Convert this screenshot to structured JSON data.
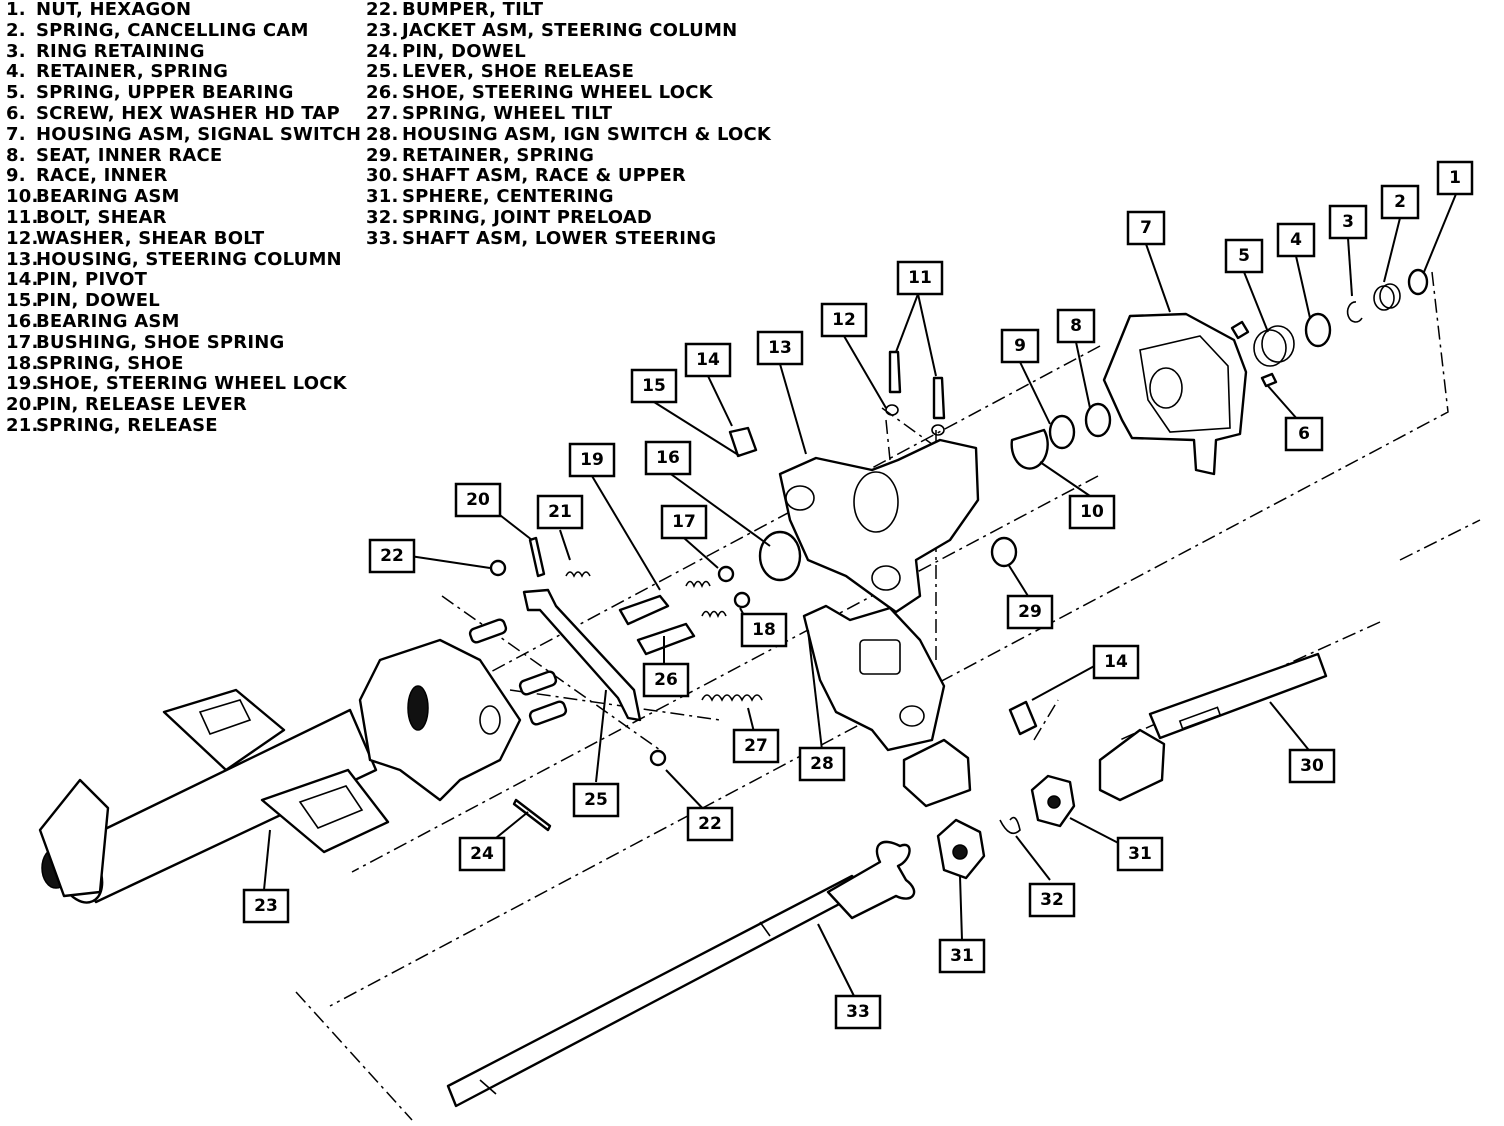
{
  "parts_left": [
    {
      "num": "1.",
      "desc": "NUT, HEXAGON"
    },
    {
      "num": "2.",
      "desc": "SPRING, CANCELLING CAM"
    },
    {
      "num": "3.",
      "desc": "RING RETAINING"
    },
    {
      "num": "4.",
      "desc": "RETAINER, SPRING"
    },
    {
      "num": "5.",
      "desc": "SPRING, UPPER BEARING"
    },
    {
      "num": "6.",
      "desc": "SCREW, HEX WASHER HD TAP"
    },
    {
      "num": "7.",
      "desc": "HOUSING ASM, SIGNAL SWITCH"
    },
    {
      "num": "8.",
      "desc": "SEAT, INNER RACE"
    },
    {
      "num": "9.",
      "desc": "RACE, INNER"
    },
    {
      "num": "10.",
      "desc": "BEARING ASM"
    },
    {
      "num": "11.",
      "desc": "BOLT, SHEAR"
    },
    {
      "num": "12.",
      "desc": "WASHER, SHEAR BOLT"
    },
    {
      "num": "13.",
      "desc": "HOUSING, STEERING COLUMN"
    },
    {
      "num": "14.",
      "desc": "PIN, PIVOT"
    },
    {
      "num": "15.",
      "desc": "PIN, DOWEL"
    },
    {
      "num": "16.",
      "desc": "BEARING ASM"
    },
    {
      "num": "17.",
      "desc": "BUSHING, SHOE SPRING"
    },
    {
      "num": "18.",
      "desc": "SPRING, SHOE"
    },
    {
      "num": "19.",
      "desc": "SHOE, STEERING WHEEL LOCK"
    },
    {
      "num": "20.",
      "desc": "PIN, RELEASE LEVER"
    },
    {
      "num": "21.",
      "desc": "SPRING, RELEASE"
    }
  ],
  "parts_right": [
    {
      "num": "22.",
      "desc": "BUMPER, TILT"
    },
    {
      "num": "23.",
      "desc": "JACKET ASM, STEERING COLUMN"
    },
    {
      "num": "24.",
      "desc": "PIN, DOWEL"
    },
    {
      "num": "25.",
      "desc": "LEVER, SHOE RELEASE"
    },
    {
      "num": "26.",
      "desc": "SHOE, STEERING WHEEL LOCK"
    },
    {
      "num": "27.",
      "desc": "SPRING, WHEEL TILT"
    },
    {
      "num": "28.",
      "desc": "HOUSING ASM, IGN SWITCH & LOCK"
    },
    {
      "num": "29.",
      "desc": "RETAINER, SPRING"
    },
    {
      "num": "30.",
      "desc": "SHAFT ASM, RACE & UPPER"
    },
    {
      "num": "31.",
      "desc": "SPHERE, CENTERING"
    },
    {
      "num": "32.",
      "desc": "SPRING, JOINT PRELOAD"
    },
    {
      "num": "33.",
      "desc": "SHAFT ASM, LOWER STEERING"
    }
  ],
  "callouts": [
    "1",
    "2",
    "3",
    "4",
    "5",
    "6",
    "7",
    "8",
    "9",
    "10",
    "11",
    "12",
    "13",
    "14",
    "15",
    "16",
    "19",
    "20",
    "21",
    "22",
    "17",
    "18",
    "26",
    "29",
    "14",
    "27",
    "28",
    "30",
    "25",
    "22",
    "24",
    "31",
    "32",
    "23",
    "31",
    "33"
  ]
}
